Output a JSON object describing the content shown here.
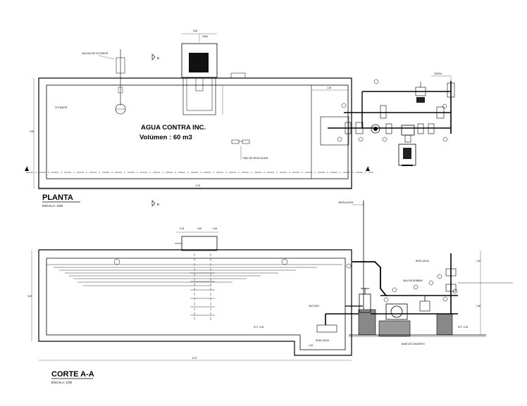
{
  "plan": {
    "tank_name": "AGUA CONTRA INC.",
    "tank_volume": "Volúmen : 60 m3",
    "title": "PLANTA",
    "scale": "ESCALA: 1/25",
    "section_mark_a": "A",
    "section_mark_b": "B",
    "width_dim": "6.70",
    "height_dim": "3.45",
    "pump_room_dim": "1.50",
    "label_flotador": "FLOTADOR",
    "label_tapon": "TAPON",
    "label_valvula": "VALVULA DE FLOTADOR",
    "label_tubo": "TUBO DE VENTILACION",
    "label_hatch_top": "TAPA",
    "hatch_dim": "0.60"
  },
  "section": {
    "title": "CORTE A-A",
    "scale": "ESCALA: 1/25",
    "width_dim": "6.70",
    "depth_dim": "3.45",
    "label_ntt": "NTT -0.30",
    "label_nivel": "NIVEL AGUA",
    "label_cuarto": "SALA DE BOMBAS",
    "label_base": "BASE DE CONCRETO",
    "label_vent": "VENTILACION",
    "label_succion": "SUCCION",
    "label_dim_1": "1.00",
    "label_dim_2": "1.80",
    "label_dim_3": "1.40",
    "top_dims": [
      "0.15",
      "0.60",
      "0.15"
    ]
  }
}
